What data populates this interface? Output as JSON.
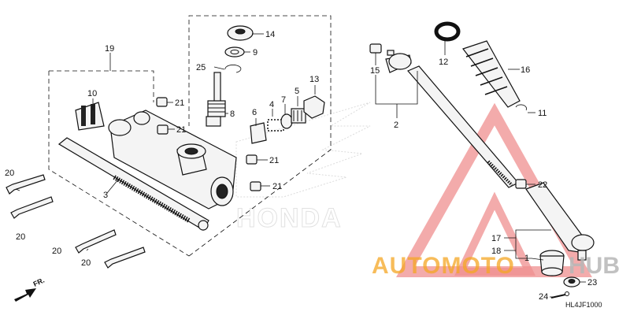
{
  "diagram_code": "HL4JF1000",
  "direction_label": "FR.",
  "background_emblem": {
    "text": "HONDA"
  },
  "watermark": {
    "part1": "AUTOMOTO",
    "part2": "HUB"
  },
  "colors": {
    "watermark_orange": "#f5a623",
    "watermark_gray": "#b7b7b7",
    "watermark_red": "#ef8f8f",
    "line": "#111111"
  },
  "callouts": {
    "p1": "1",
    "p2": "2",
    "p3": "3",
    "p4": "4",
    "p5": "5",
    "p6": "6",
    "p7": "7",
    "p8": "8",
    "p9": "9",
    "p10": "10",
    "p11": "11",
    "p12": "12",
    "p13": "13",
    "p14": "14",
    "p15": "15",
    "p16": "16",
    "p17": "17",
    "p18": "18",
    "p19": "19",
    "p20": "20",
    "p21": "21",
    "p22": "22",
    "p23": "23",
    "p24": "24",
    "p25": "25"
  }
}
